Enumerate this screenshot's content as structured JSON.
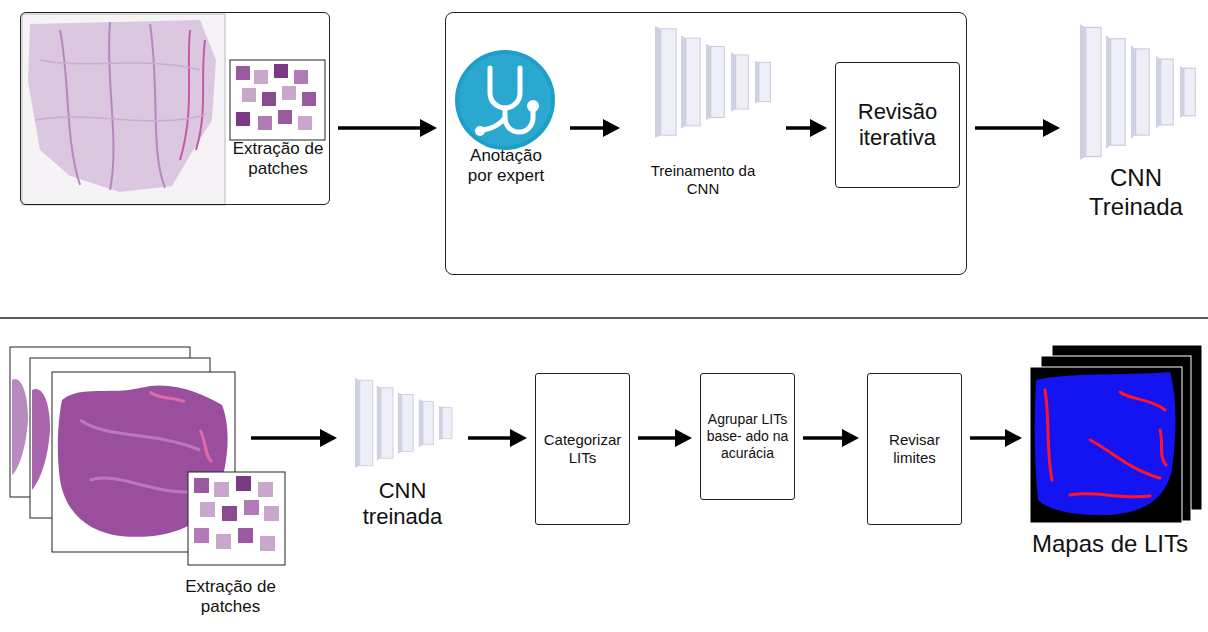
{
  "diagram": {
    "nodes": [
      {
        "text": [
          "Extração de patches"
        ]
      },
      {
        "text": []
      },
      {
        "text": [
          "Anotação por expert"
        ],
        "in": 1
      },
      {
        "text": [
          "Treinamento da CNN"
        ],
        "in": 1
      },
      {
        "text": [
          "Revisão iterativa"
        ],
        "in": 1
      },
      {
        "text": [
          "CNN Treinada"
        ]
      },
      {
        "text": [
          "Extração de patches"
        ]
      },
      {
        "text": [
          "CNN treinada"
        ]
      },
      {
        "text": [
          "Categorizar LITs"
        ]
      },
      {
        "text": [
          "Agrupar LITs base- ado na acurácia"
        ]
      },
      {
        "text": [
          "Revisar limites"
        ]
      },
      {
        "text": [
          "Mapas de LITs"
        ]
      }
    ],
    "edges": [
      {
        "from": 0,
        "to": 1,
        "arrow": "to"
      },
      {
        "from": 2,
        "to": 3,
        "arrow": "to"
      },
      {
        "from": 3,
        "to": 4,
        "arrow": "to"
      },
      {
        "from": 1,
        "to": 5,
        "arrow": "to"
      },
      {
        "from": 6,
        "to": 7,
        "arrow": "to"
      },
      {
        "from": 7,
        "to": 8,
        "arrow": "to"
      },
      {
        "from": 8,
        "to": 9,
        "arrow": "to"
      },
      {
        "from": 9,
        "to": 10,
        "arrow": "to"
      },
      {
        "from": 10,
        "to": 11,
        "arrow": "to"
      }
    ]
  }
}
